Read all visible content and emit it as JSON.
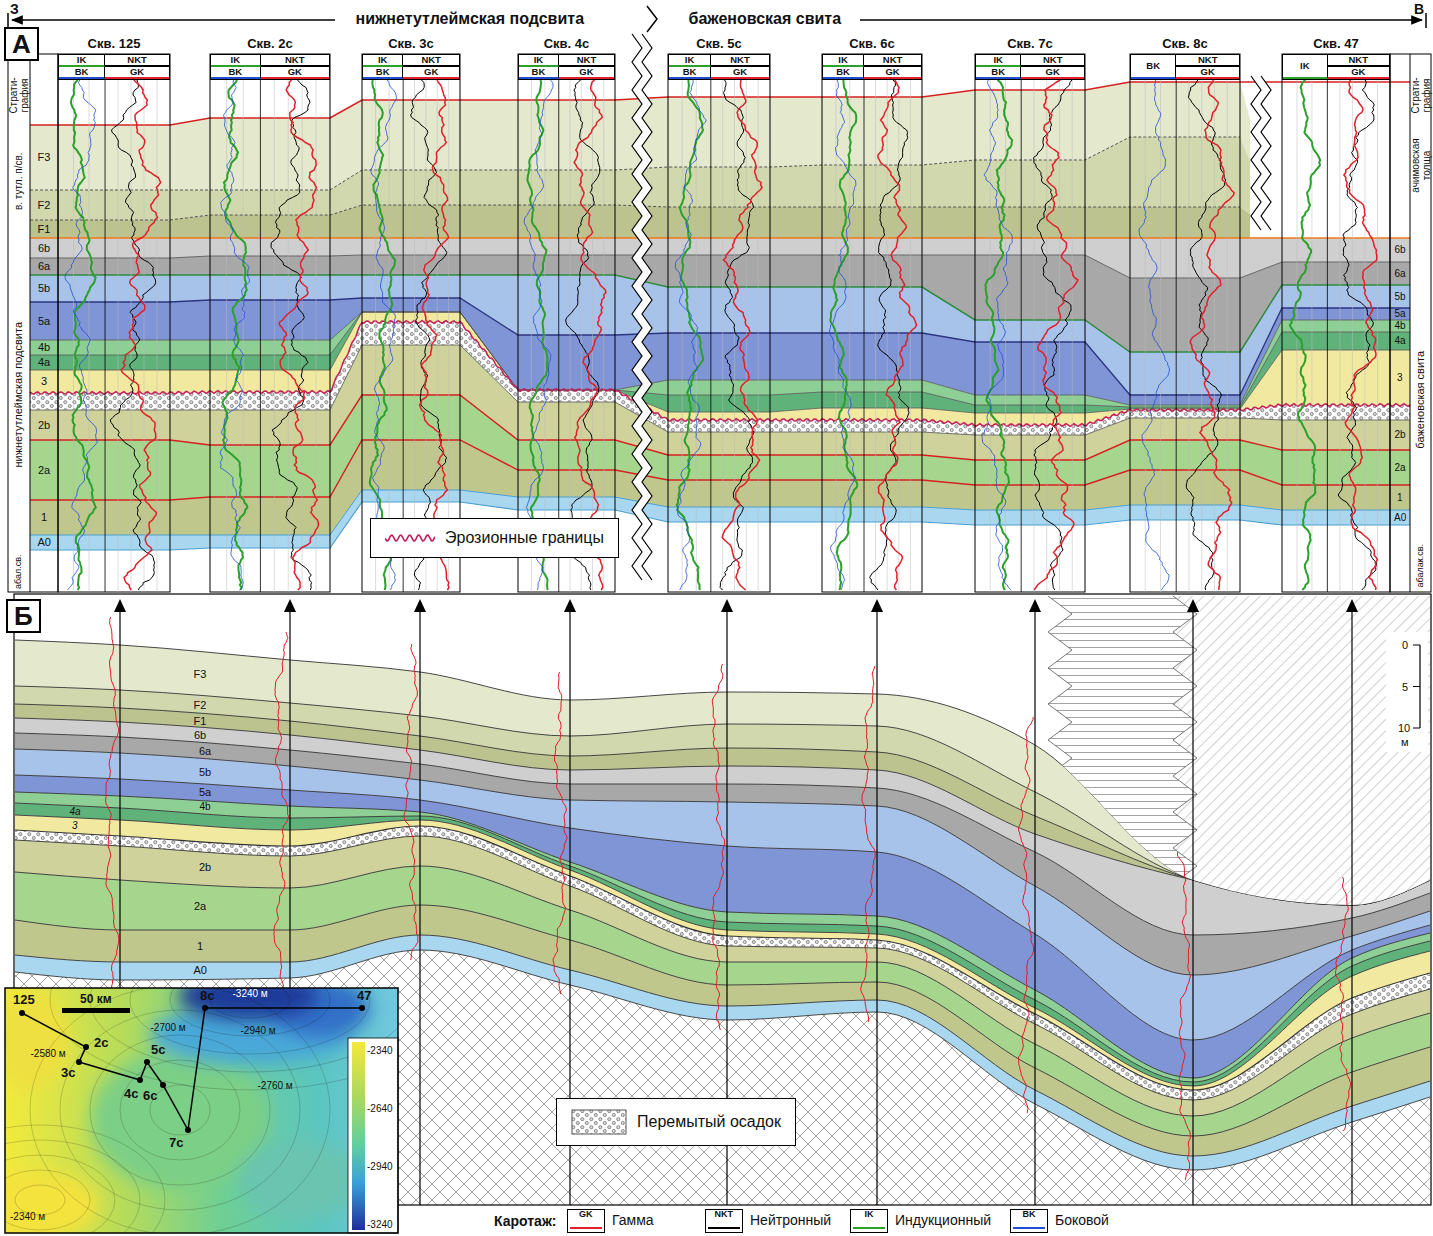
{
  "diagram": {
    "nodes": [
      {
        "text": [
          "А"
        ]
      },
      {
        "text": [
          "Скв. 125",
          "IK",
          "NKT",
          "BK",
          "GK"
        ]
      },
      {
        "text": [
          "Скв. 2с",
          "IK",
          "NKT",
          "BK",
          "GK"
        ]
      },
      {
        "text": [
          "Скв. 3с",
          "IK",
          "NKT",
          "BK",
          "GK"
        ]
      },
      {
        "text": [
          "Скв. 4с",
          "IK",
          "NKT",
          "BK",
          "GK"
        ]
      },
      {
        "text": [
          "Скв. 5с",
          "IK",
          "NKT",
          "BK",
          "GK"
        ]
      },
      {
        "text": [
          "Скв. 6с",
          "IK",
          "NKT",
          "BK",
          "GK"
        ]
      },
      {
        "text": [
          "Скв. 7с",
          "IK",
          "NKT",
          "BK",
          "GK"
        ]
      },
      {
        "text": [
          "Скв. 8с",
          "BK",
          "NKT",
          "GK"
        ]
      },
      {
        "text": [
          "Скв. 47",
          "IK",
          "NKT",
          "GK"
        ]
      },
      {
        "text": [
          "Б"
        ]
      }
    ],
    "labels": [
      "З",
      "В",
      "нижнетутлеймская подсвита",
      "баженовская свита",
      "Страти-графия",
      "в. тутл. п/св.",
      "нижнетутлеймская подсвита",
      "абал.св.",
      "F3",
      "F2",
      "F1",
      "6b",
      "6a",
      "5b",
      "5a",
      "4b",
      "4a",
      "3",
      "2b",
      "2a",
      "1",
      "A0",
      "Страти-графия",
      "ачимовская толща",
      "баженовская свита",
      "абалак.св.",
      "6b",
      "6a",
      "5b",
      "5a",
      "4b",
      "4a",
      "3",
      "2b",
      "2a",
      "1",
      "A0",
      "F3",
      "F2",
      "F1",
      "6b",
      "6a",
      "5b",
      "5a",
      "4a",
      "3",
      "4b",
      "2b",
      "2a",
      "1",
      "A0",
      "0",
      "5",
      "10",
      "м",
      "50 км",
      "125",
      "2с",
      "3с",
      "4с",
      "5с",
      "6с",
      "7с",
      "8с",
      "47",
      "-2580 м",
      "-2700 м",
      "-3240 м",
      "-2940 м",
      "-2760 м",
      "-2340 м",
      "-2340",
      "-2640",
      "-2940",
      "-3240",
      "Каротаж:",
      "GK",
      "NKT",
      "IK",
      "BK"
    ],
    "legend": [
      {
        "text": "Эрозионные границы"
      },
      {
        "text": "Перемытый осадок"
      },
      {
        "text": "Гамма"
      },
      {
        "text": "Нейтронный"
      },
      {
        "text": "Индукционный"
      },
      {
        "text": "Боковой"
      }
    ]
  }
}
